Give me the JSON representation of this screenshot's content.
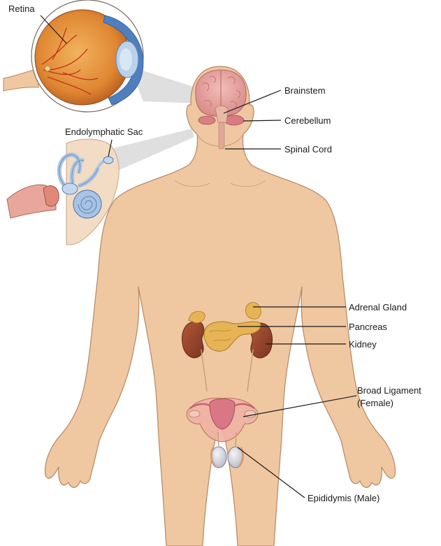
{
  "labels": {
    "retina": "Retina",
    "endolymphatic_sac": "Endolymphatic Sac",
    "brainstem": "Brainstem",
    "cerebellum": "Cerebellum",
    "spinal_cord": "Spinal Cord",
    "adrenal_gland": "Adrenal Gland",
    "pancreas": "Pancreas",
    "kidney": "Kidney",
    "broad_ligament_1": "Broad Ligament",
    "broad_ligament_2": "(Female)",
    "epididymis": "Epididymis (Male)"
  },
  "colors": {
    "skin": "#efc7a0",
    "skin_outline": "#b58866",
    "brain": "#e7a3a0",
    "eye_orange": "#e08a35",
    "eye_blue": "#4f7fbf",
    "ear_blue": "#a9c4e4",
    "kidney": "#8e4128",
    "pancreas": "#e6b455",
    "uterus": "#d97884",
    "testis": "#dcdce6"
  }
}
